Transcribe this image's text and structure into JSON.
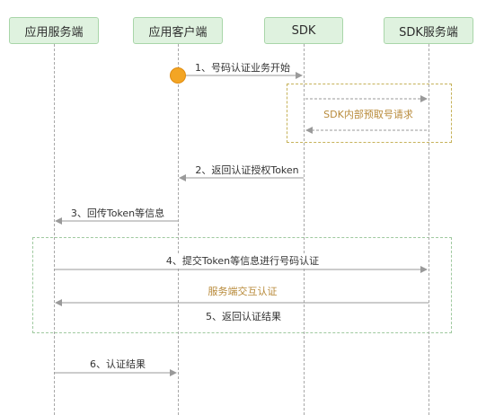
{
  "actors": [
    {
      "label": "应用服务端"
    },
    {
      "label": "应用客户端"
    },
    {
      "label": "SDK"
    },
    {
      "label": "SDK服务端"
    }
  ],
  "messages": [
    {
      "text": "1、号码认证业务开始"
    },
    {
      "text": "2、返回认证授权Token"
    },
    {
      "text": "3、回传Token等信息"
    },
    {
      "text": "4、提交Token等信息进行号码认证"
    },
    {
      "text": "5、返回认证结果"
    },
    {
      "text": "6、认证结果"
    }
  ],
  "notes": {
    "sdk_prefetch": "SDK内部预取号请求",
    "server_auth": "服务端交互认证"
  },
  "colors": {
    "actor_fill": "#dff2df",
    "actor_border": "#a9d6a9",
    "start_dot": "#f3a524",
    "note_text": "#b88a3a",
    "arrow": "#9a9a9a"
  }
}
